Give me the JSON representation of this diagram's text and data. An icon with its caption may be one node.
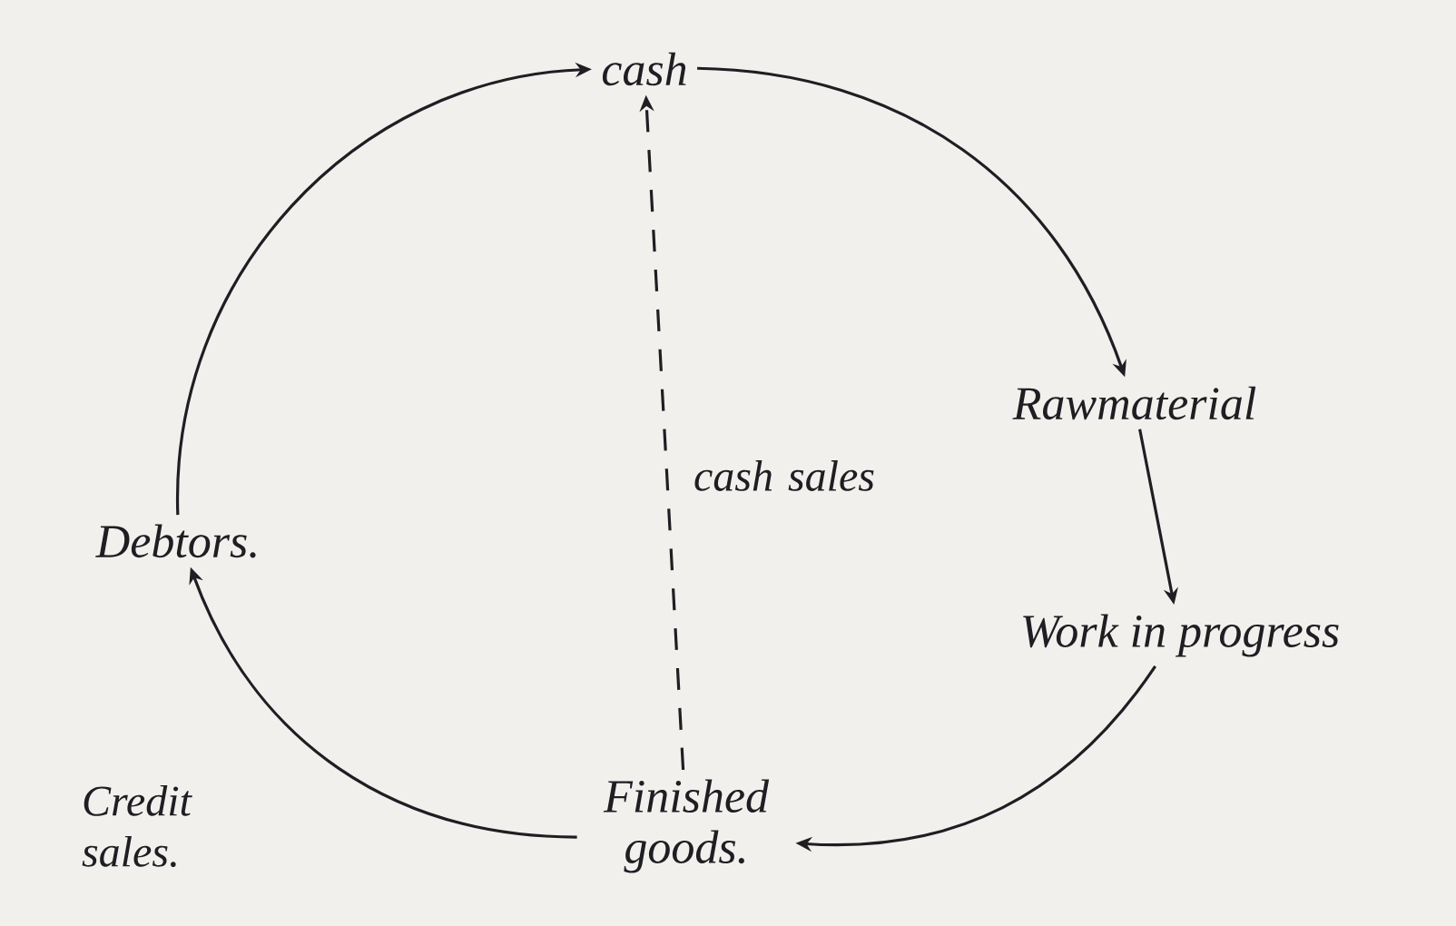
{
  "diagram": {
    "nodes": [
      {
        "text": [
          "cash"
        ]
      },
      {
        "text": [
          "Rawmaterial"
        ]
      },
      {
        "text": [
          "Work in progress"
        ]
      },
      {
        "text": [
          "Finished goods."
        ]
      },
      {
        "text": [
          "Debtors."
        ]
      }
    ],
    "edges": [
      {
        "from": 0,
        "to": 1,
        "arrow": "to"
      },
      {
        "from": 1,
        "to": 2,
        "arrow": "to"
      },
      {
        "from": 2,
        "to": 3,
        "arrow": "to"
      },
      {
        "from": 3,
        "to": 4,
        "arrow": "to",
        "label": "Credit sales."
      },
      {
        "from": 4,
        "to": 0,
        "arrow": "to"
      },
      {
        "from": 3,
        "to": 0,
        "arrow": "to",
        "style": "dashed",
        "label": "cash sales"
      }
    ]
  }
}
